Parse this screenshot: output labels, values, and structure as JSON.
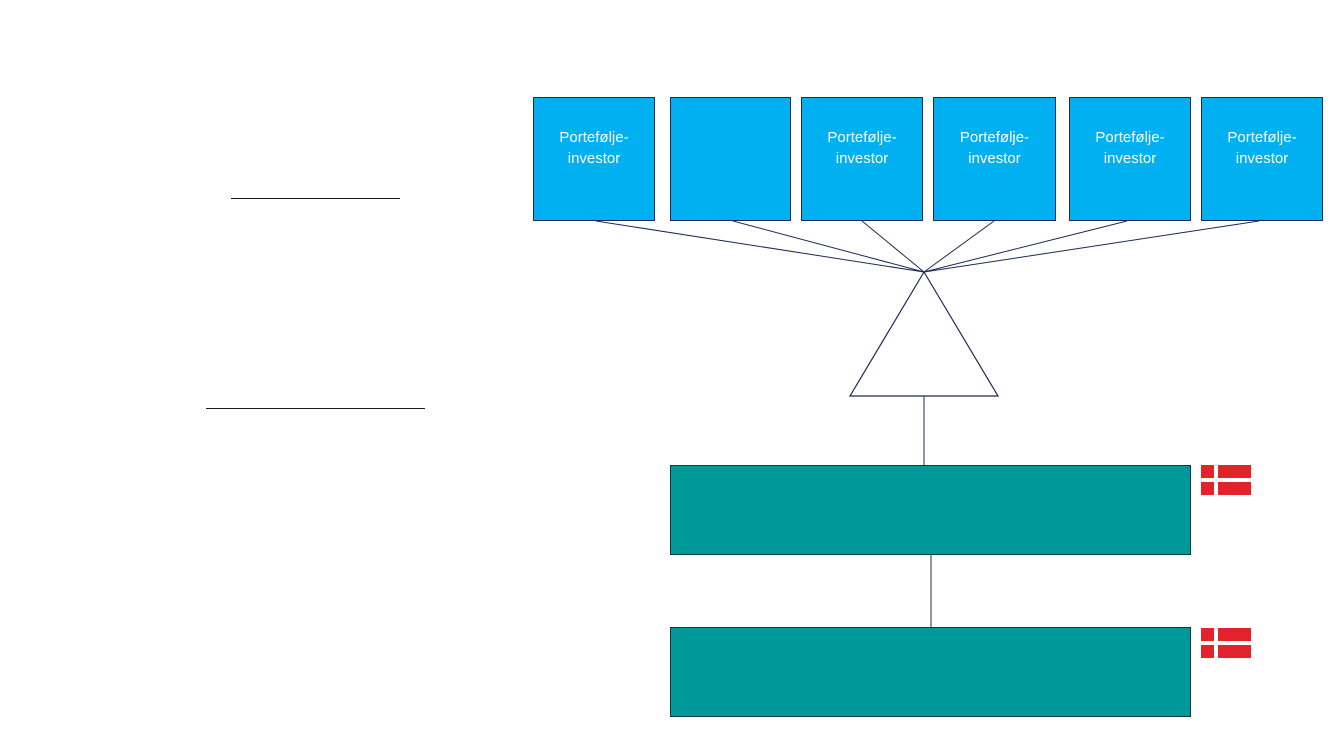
{
  "investors": [
    {
      "label": "Portefølje-\ninvestor"
    },
    {
      "label": ""
    },
    {
      "label": "Portefølje-\ninvestor"
    },
    {
      "label": "Portefølje-\ninvestor"
    },
    {
      "label": "Portefølje-\ninvestor"
    },
    {
      "label": "Portefølje-\ninvestor"
    }
  ],
  "entities": [
    {
      "label": "",
      "flag": "denmark-flag-icon"
    },
    {
      "label": "",
      "flag": "denmark-flag-icon"
    }
  ],
  "colors": {
    "investor_fill": "#00b0f0",
    "entity_fill": "#009999",
    "connector": "#1c2a55",
    "flag_red": "#e3232c"
  }
}
